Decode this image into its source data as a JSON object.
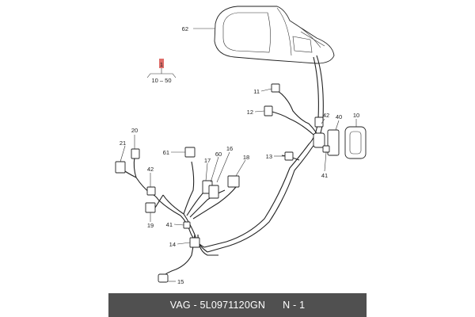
{
  "diagram": {
    "range_marker": {
      "value": "1",
      "range": "10 – 50",
      "color": "#d9534f"
    },
    "callouts": [
      {
        "id": "62",
        "label": "62"
      },
      {
        "id": "11",
        "label": "11"
      },
      {
        "id": "12",
        "label": "12"
      },
      {
        "id": "42a",
        "label": "42"
      },
      {
        "id": "40",
        "label": "40"
      },
      {
        "id": "10",
        "label": "10"
      },
      {
        "id": "13",
        "label": "13"
      },
      {
        "id": "41a",
        "label": "41"
      },
      {
        "id": "20",
        "label": "20"
      },
      {
        "id": "21",
        "label": "21"
      },
      {
        "id": "61",
        "label": "61"
      },
      {
        "id": "16",
        "label": "16"
      },
      {
        "id": "60",
        "label": "60"
      },
      {
        "id": "17",
        "label": "17"
      },
      {
        "id": "18",
        "label": "18"
      },
      {
        "id": "42b",
        "label": "42"
      },
      {
        "id": "19",
        "label": "19"
      },
      {
        "id": "41b",
        "label": "41"
      },
      {
        "id": "14",
        "label": "14"
      },
      {
        "id": "15",
        "label": "15"
      }
    ]
  },
  "footer": {
    "part_number": "VAG - 5L0971120GN",
    "page": "N - 1",
    "background": "#505050"
  }
}
